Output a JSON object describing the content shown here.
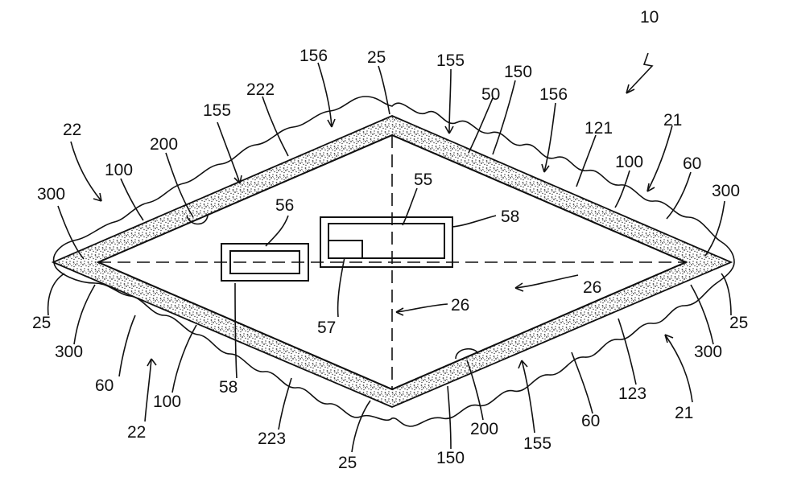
{
  "figure": {
    "reference_numeral": "10",
    "labels": {
      "l156a": "156",
      "l25a": "25",
      "l155a": "155",
      "l150a": "150",
      "l222": "222",
      "l50": "50",
      "l156b": "156",
      "l155b": "155",
      "l22a": "22",
      "l200a": "200",
      "l121": "121",
      "l21a": "21",
      "l100a": "100",
      "l100b": "100",
      "l60a": "60",
      "l300a": "300",
      "l56": "56",
      "l55": "55",
      "l58a": "58",
      "l300b": "300",
      "l26a": "26",
      "l26b": "26",
      "l57": "57",
      "l25b": "25",
      "l25c": "25",
      "l300c": "300",
      "l300d": "300",
      "l60b": "60",
      "l22b": "22",
      "l100c": "100",
      "l58b": "58",
      "l123": "123",
      "l21b": "21",
      "l200b": "200",
      "l60c": "60",
      "l223": "223",
      "l155c": "155",
      "l150b": "150",
      "l25d": "25"
    }
  }
}
